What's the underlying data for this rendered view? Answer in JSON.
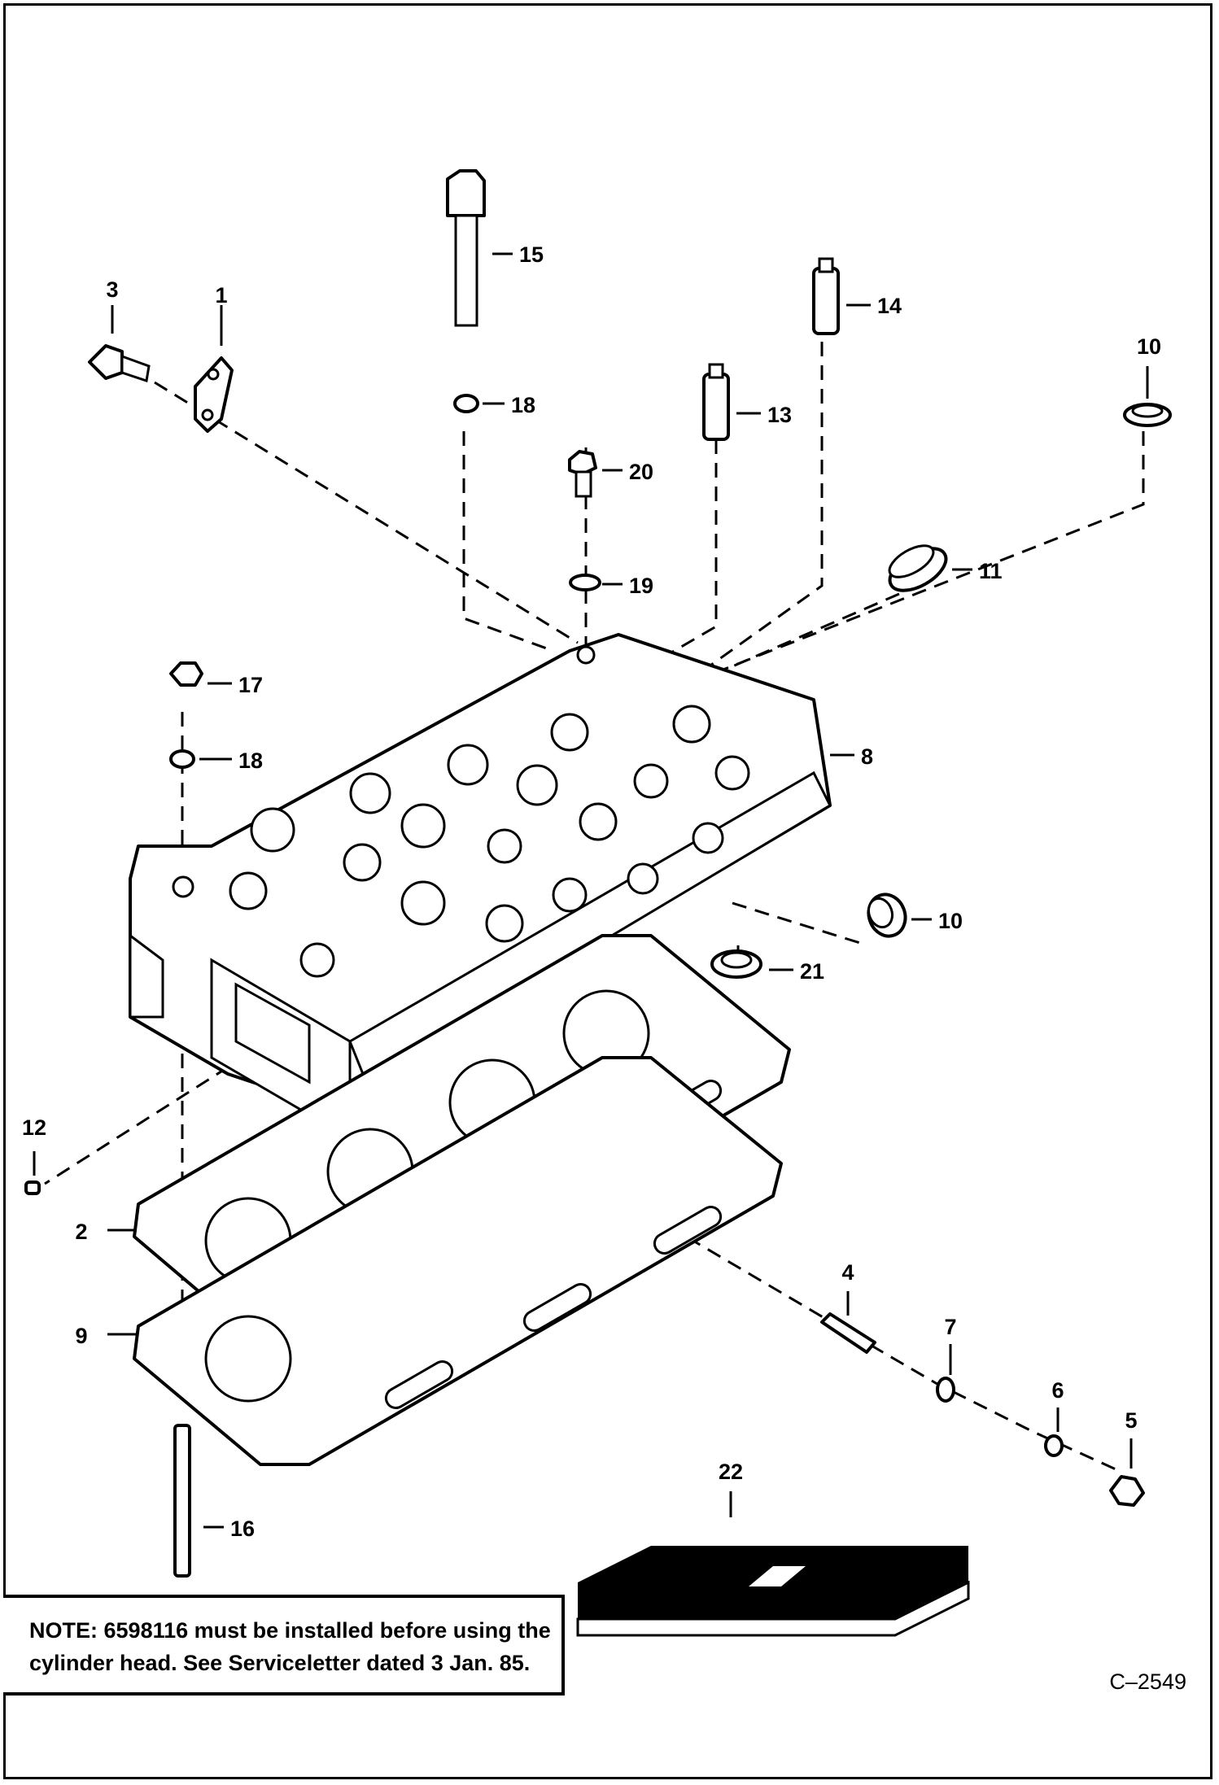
{
  "callouts": {
    "c1": "1",
    "c2": "2",
    "c3": "3",
    "c4": "4",
    "c5": "5",
    "c6": "6",
    "c7": "7",
    "c8": "8",
    "c9": "9",
    "c10a": "10",
    "c10b": "10",
    "c11": "11",
    "c12": "12",
    "c13": "13",
    "c14": "14",
    "c15": "15",
    "c16": "16",
    "c17": "17",
    "c18a": "18",
    "c18b": "18",
    "c19": "19",
    "c20": "20",
    "c21": "21",
    "c22": "22"
  },
  "note": {
    "label": "NOTE:",
    "text": "6598116 must be installed before using the cylinder head.  See Serviceletter dated 3 Jan. 85."
  },
  "figure_id": "C–2549"
}
